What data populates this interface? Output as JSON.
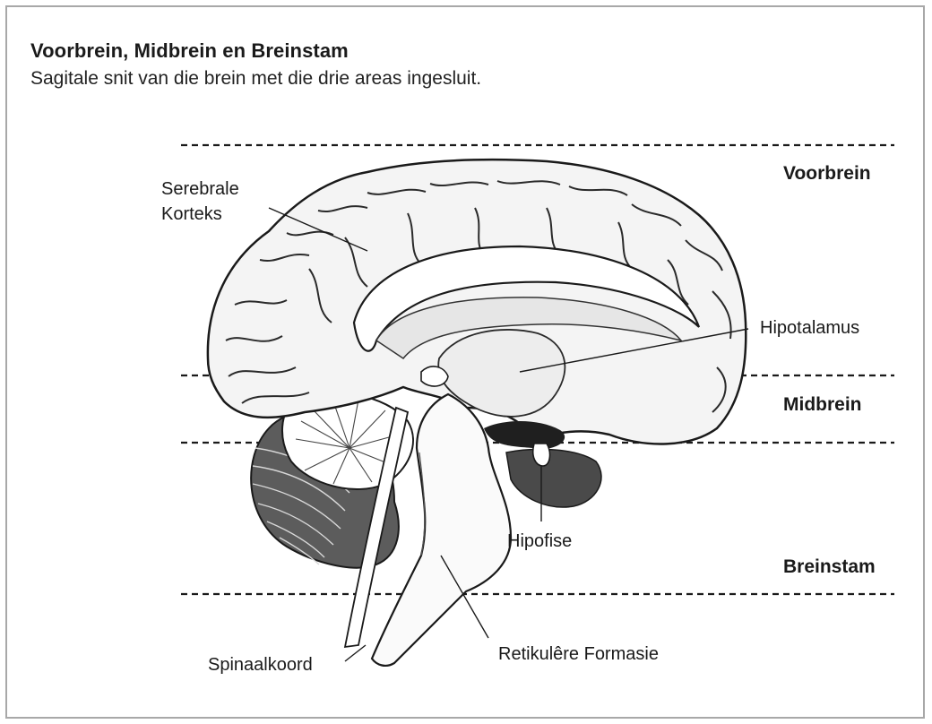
{
  "title": "Voorbrein, Midbrein en Breinstam",
  "subtitle": "Sagitale snit van die brein met die drie areas ingesluit.",
  "regions": {
    "forebrain": "Voorbrein",
    "midbrain": "Midbrein",
    "brainstem": "Breinstam"
  },
  "labels": {
    "cerebral_cortex_line1": "Serebrale",
    "cerebral_cortex_line2": "Korteks",
    "hypothalamus": "Hipotalamus",
    "pituitary": "Hipofise",
    "spinal_cord": "Spinaalkoord",
    "reticular_formation": "Retikulêre Formasie"
  },
  "colors": {
    "line": "#1a1a1a",
    "frame": "#a8a8a8"
  }
}
